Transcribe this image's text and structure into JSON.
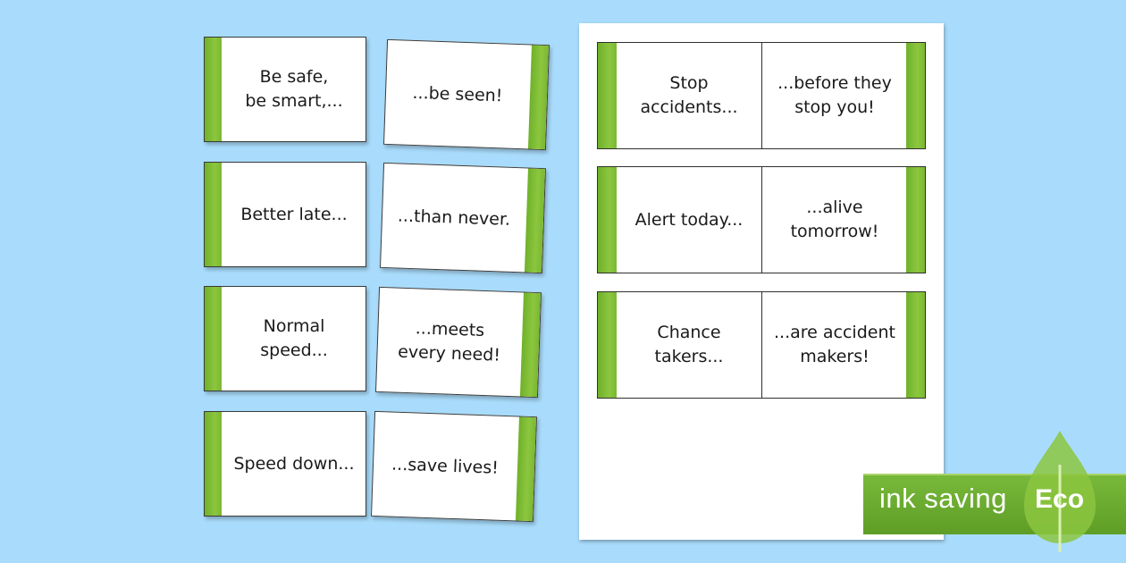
{
  "loose_cards": [
    {
      "text": "Be safe,\nbe smart,..."
    },
    {
      "text": "...be seen!"
    },
    {
      "text": "Better late..."
    },
    {
      "text": "...than never."
    },
    {
      "text": "Normal\nspeed..."
    },
    {
      "text": "...meets\nevery need!"
    },
    {
      "text": "Speed down..."
    },
    {
      "text": "...save lives!"
    }
  ],
  "sheet_pairs": [
    {
      "left": "Stop\naccidents...",
      "right": "...before they\nstop you!"
    },
    {
      "left": "Alert today...",
      "right": "...alive\ntomorrow!"
    },
    {
      "left": "Chance\ntakers...",
      "right": "...are accident\nmakers!"
    }
  ],
  "badge": {
    "label": "ink saving",
    "eco": "Eco"
  },
  "colors": {
    "background": "#a9dcfc",
    "accent_green": "#8cc63f",
    "badge_green": "#6aaa2e"
  }
}
